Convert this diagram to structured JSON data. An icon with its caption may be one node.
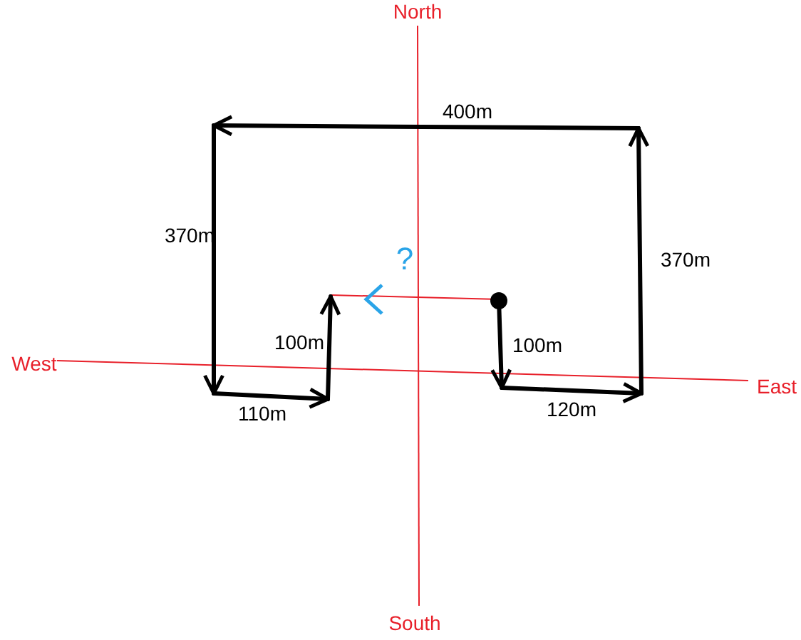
{
  "diagram": {
    "nodes": [
      {
        "text": [],
        "shape": "circle"
      }
    ],
    "labels": [
      "North",
      "South",
      "West",
      "East",
      "400m",
      "370m",
      "370m",
      "100m",
      "100m",
      "110m",
      "120m",
      "?"
    ]
  }
}
